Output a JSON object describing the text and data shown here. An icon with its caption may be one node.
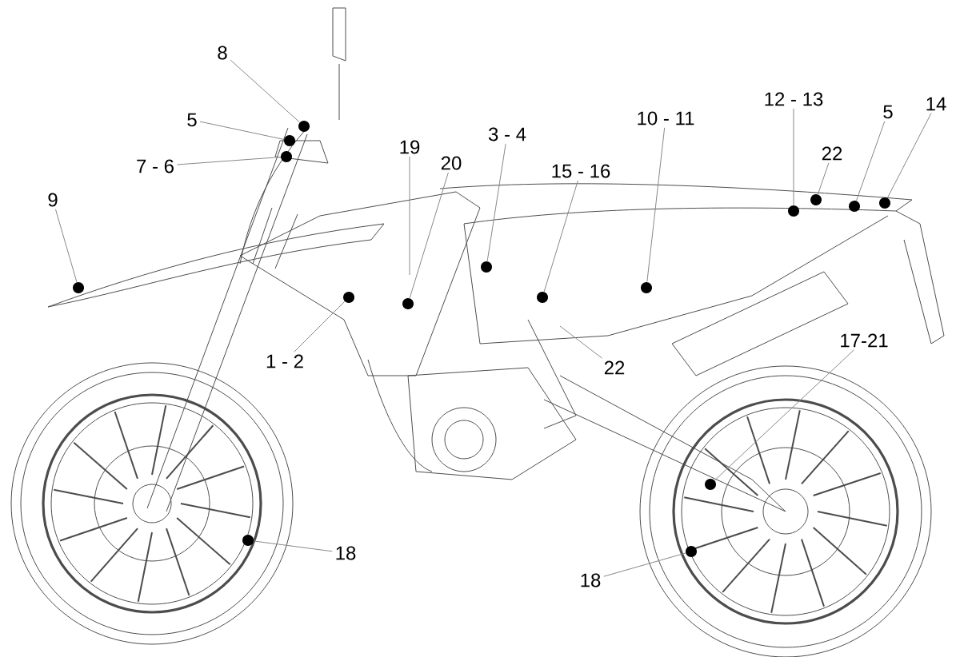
{
  "diagram": {
    "nodes": [
      {
        "text": [
          "8"
        ]
      },
      {
        "text": [
          "12 - 13"
        ]
      },
      {
        "text": [
          "14"
        ]
      },
      {
        "text": [
          "5"
        ]
      },
      {
        "text": [
          "3 - 4"
        ]
      },
      {
        "text": [
          "5"
        ]
      },
      {
        "text": [
          "10 - 11"
        ]
      },
      {
        "text": [
          "19"
        ]
      },
      {
        "text": [
          "22"
        ]
      },
      {
        "text": [
          "7 - 6"
        ]
      },
      {
        "text": [
          "15 - 16"
        ]
      },
      {
        "text": [
          "20"
        ]
      },
      {
        "text": [
          "9"
        ]
      },
      {
        "text": [
          "17-21"
        ]
      },
      {
        "text": [
          "1 - 2"
        ]
      },
      {
        "text": [
          "22"
        ]
      },
      {
        "text": [
          "18"
        ]
      },
      {
        "text": [
          "18"
        ]
      },
      {
        "text": [],
        "shape": "circle"
      },
      {
        "text": [],
        "shape": "circle"
      },
      {
        "text": [],
        "shape": "circle"
      },
      {
        "text": [],
        "shape": "circle"
      },
      {
        "text": [],
        "shape": "circle"
      },
      {
        "text": [],
        "shape": "circle"
      },
      {
        "text": [],
        "shape": "circle"
      },
      {
        "text": [],
        "shape": "circle"
      },
      {
        "text": [],
        "shape": "circle"
      },
      {
        "text": [],
        "shape": "circle"
      },
      {
        "text": [],
        "shape": "circle"
      },
      {
        "text": [],
        "shape": "circle"
      },
      {
        "text": [],
        "shape": "circle"
      },
      {
        "text": [],
        "shape": "circle"
      },
      {
        "text": [],
        "shape": "circle"
      },
      {
        "text": [],
        "shape": "circle"
      }
    ],
    "edges": [
      {
        "from": 0,
        "to": 22,
        "arrow": "none"
      },
      {
        "from": 1,
        "to": 30,
        "arrow": "none"
      },
      {
        "from": 2,
        "to": 33,
        "arrow": "none"
      },
      {
        "from": 3,
        "to": 32,
        "arrow": "none"
      },
      {
        "from": 4,
        "to": 25,
        "arrow": "none"
      },
      {
        "from": 5,
        "to": 21,
        "arrow": "none"
      },
      {
        "from": 6,
        "to": 27,
        "arrow": "none"
      },
      {
        "from": 7,
        "to": null,
        "arrow": "none"
      },
      {
        "from": 8,
        "to": 31,
        "arrow": "none"
      },
      {
        "from": 9,
        "to": 20,
        "arrow": "none"
      },
      {
        "from": 10,
        "to": 26,
        "arrow": "none"
      },
      {
        "from": 11,
        "to": 24,
        "arrow": "none"
      },
      {
        "from": 12,
        "to": 18,
        "arrow": "none"
      },
      {
        "from": 13,
        "to": 29,
        "arrow": "none"
      },
      {
        "from": 14,
        "to": 23,
        "arrow": "none"
      },
      {
        "from": 15,
        "to": null,
        "arrow": "none"
      },
      {
        "from": 16,
        "to": 19,
        "arrow": "none"
      },
      {
        "from": 17,
        "to": 28,
        "arrow": "none"
      }
    ]
  }
}
